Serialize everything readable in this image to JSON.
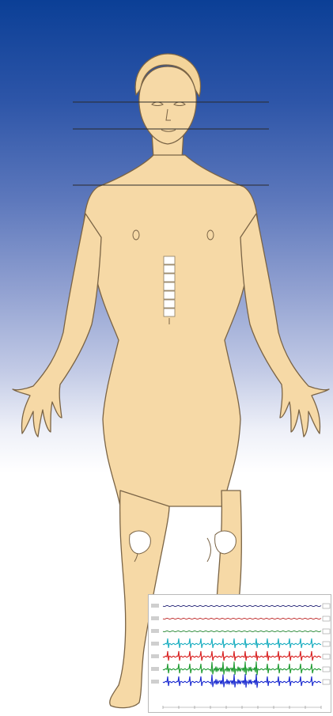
{
  "image": {
    "subject": "female-body-front",
    "background_gradient": [
      "#0b3f96",
      "#ffffff"
    ],
    "skin_color": "#f6d9a6",
    "outline_color": "#7a6446"
  },
  "guide_lines": [
    {
      "name": "eye-level-line"
    },
    {
      "name": "mouth-level-line"
    },
    {
      "name": "shoulder-level-line"
    }
  ],
  "electrode_strip": {
    "color": "#ffffff",
    "segment_count": 7
  },
  "ecg_panel": {
    "channels": [
      {
        "name": "channel-1",
        "color": "#2a2a7a",
        "activity": "flat"
      },
      {
        "name": "channel-2",
        "color": "#c03030",
        "activity": "flat"
      },
      {
        "name": "channel-3",
        "color": "#2e8b3a",
        "activity": "flat"
      },
      {
        "name": "channel-4",
        "color": "#1aaec0",
        "activity": "spikes"
      },
      {
        "name": "channel-5",
        "color": "#d82020",
        "activity": "spikes"
      },
      {
        "name": "channel-6",
        "color": "#1e9a30",
        "activity": "spikes-noise"
      },
      {
        "name": "channel-7",
        "color": "#1a2ad0",
        "activity": "spikes-noise"
      }
    ]
  }
}
